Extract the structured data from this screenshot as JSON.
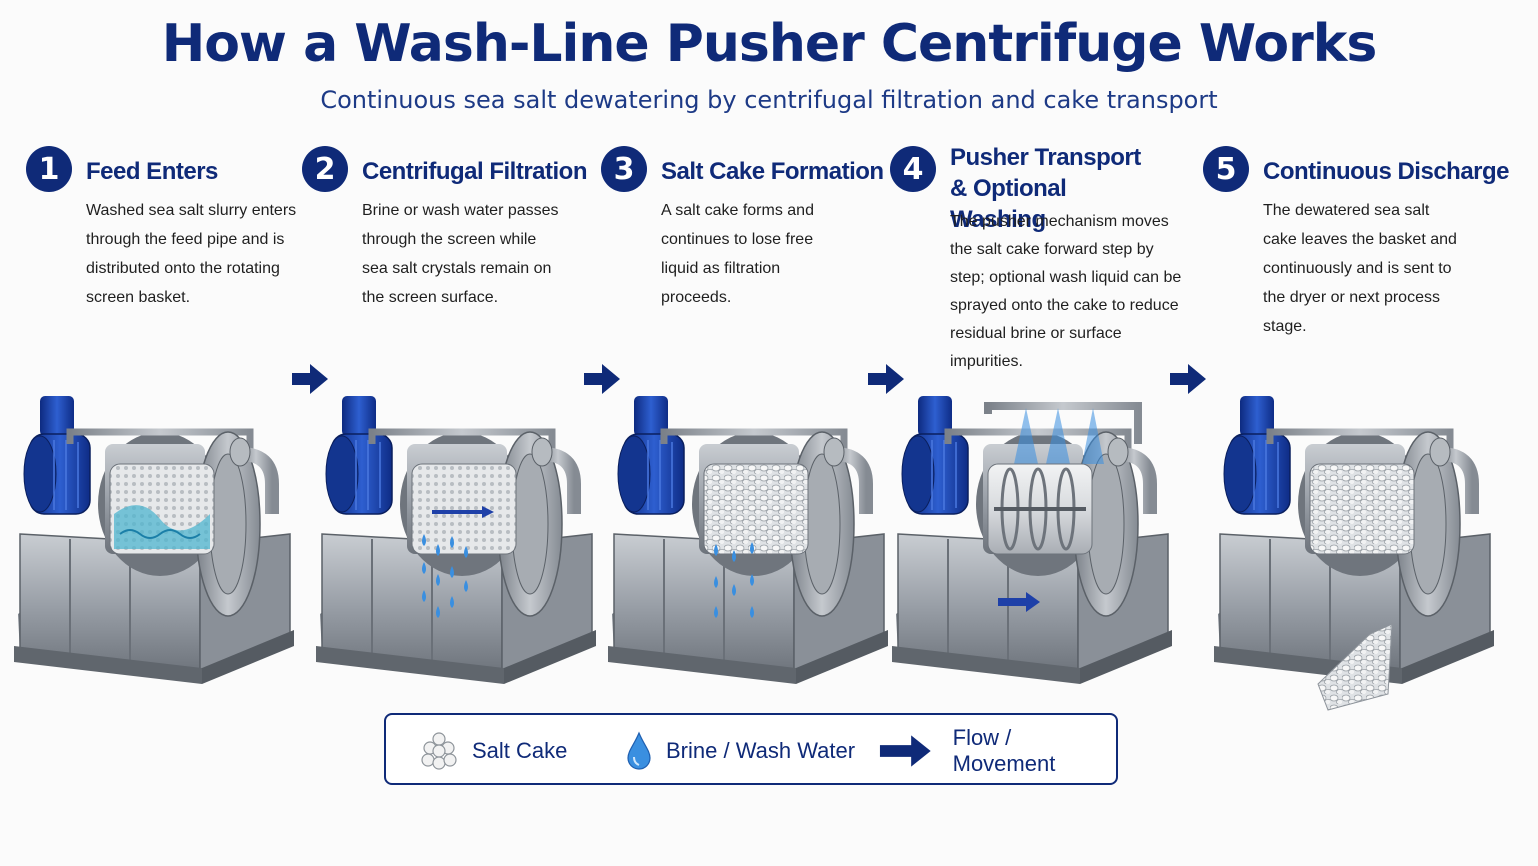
{
  "title": "How a Wash-Line Pusher Centrifuge Works",
  "subtitle": "Continuous sea salt dewatering by centrifugal filtration and cake transport",
  "steps": [
    {
      "number": "1",
      "title": "Feed Enters",
      "description": "Washed sea salt slurry enters through the feed pipe and is distributed onto the rotating screen basket."
    },
    {
      "number": "2",
      "title": "Centrifugal Filtration",
      "description": "Brine or wash water passes through the screen while sea salt crystals remain on the screen surface."
    },
    {
      "number": "3",
      "title": "Salt Cake Formation",
      "description": "A salt cake forms and continues to lose free liquid as filtration proceeds."
    },
    {
      "number": "4",
      "title": "Pusher Transport & Optional Washing",
      "description": "The pusher mechanism moves the salt cake forward step by step; optional wash liquid can be sprayed onto the cake to reduce residual brine or surface impurities."
    },
    {
      "number": "5",
      "title": "Continuous Discharge",
      "description": "The dewatered sea salt cake leaves the basket and continuously and is sent to the dryer or next process stage."
    }
  ],
  "legend": {
    "salt_cake": "Salt Cake",
    "brine": "Brine / Wash Water",
    "flow": "Flow / Movement"
  },
  "colors": {
    "navy": "#0f2a78",
    "motor_blue": "#1e40a8",
    "water_blue": "#3a8fe0",
    "steel": "#9aa0a8"
  }
}
